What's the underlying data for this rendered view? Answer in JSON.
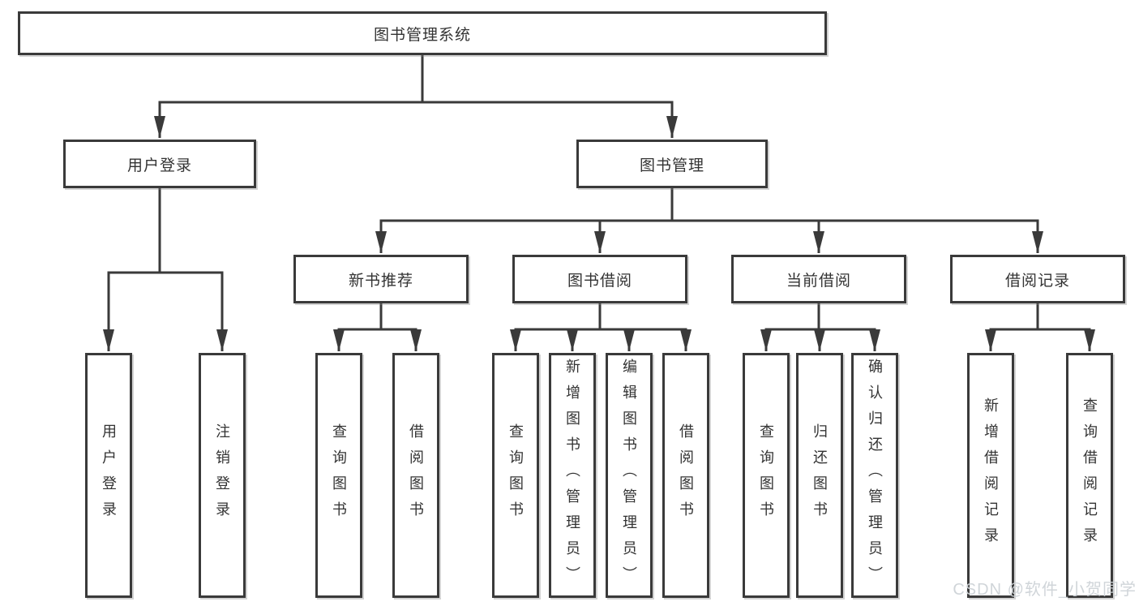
{
  "diagram_title": "图书管理系统",
  "tree": {
    "root": {
      "label": "图书管理系统"
    },
    "branches": [
      {
        "label": "用户登录",
        "children": [
          {
            "label": "用户登录"
          },
          {
            "label": "注销登录"
          }
        ]
      },
      {
        "label": "图书管理",
        "children": [
          {
            "label": "新书推荐",
            "children": [
              {
                "label": "查询图书"
              },
              {
                "label": "借阅图书"
              }
            ]
          },
          {
            "label": "图书借阅",
            "children": [
              {
                "label": "查询图书"
              },
              {
                "label": "新增图书（管理员）"
              },
              {
                "label": "编辑图书（管理员）"
              },
              {
                "label": "借阅图书"
              }
            ]
          },
          {
            "label": "当前借阅",
            "children": [
              {
                "label": "查询图书"
              },
              {
                "label": "归还图书"
              },
              {
                "label": "确认归还（管理员）"
              }
            ]
          },
          {
            "label": "借阅记录",
            "children": [
              {
                "label": "新增借阅记录"
              },
              {
                "label": "查询借阅记录"
              }
            ]
          }
        ]
      }
    ]
  },
  "watermark": {
    "text": "CSDN @软件_小贺同学"
  },
  "colors": {
    "line": "#3a3a3a",
    "box_border": "#3a3a3a",
    "text": "#333333",
    "background": "#ffffff",
    "watermark": "#ced3d7"
  }
}
